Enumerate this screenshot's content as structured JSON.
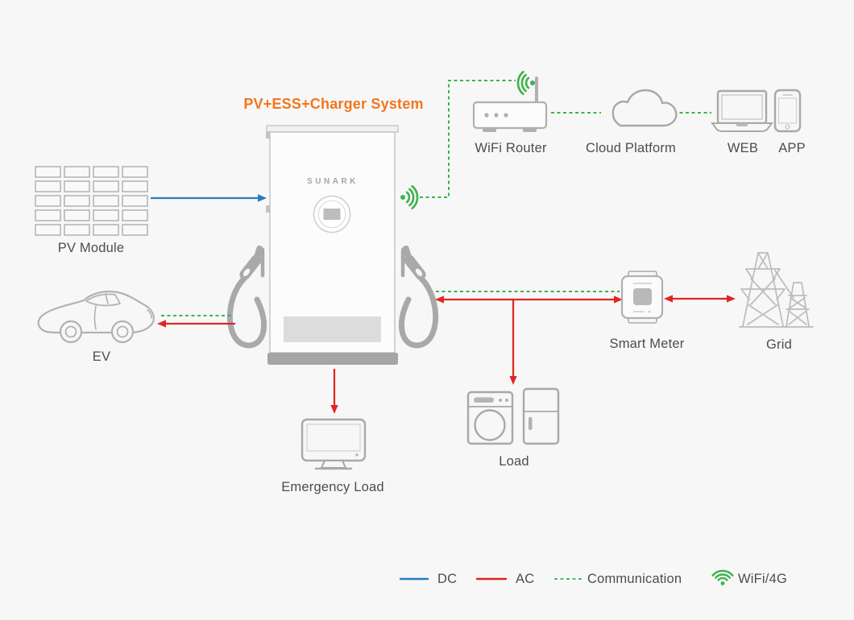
{
  "title": "PV+ESS+Charger System",
  "brand": "SUNARK",
  "nodes": {
    "pv_module": "PV Module",
    "ev": "EV",
    "wifi_router": "WiFi Router",
    "cloud_platform": "Cloud Platform",
    "web": "WEB",
    "app": "APP",
    "smart_meter": "Smart Meter",
    "grid": "Grid",
    "load": "Load",
    "emergency_load": "Emergency Load"
  },
  "legend": {
    "dc": "DC",
    "ac": "AC",
    "communication": "Communication",
    "wifi": "WiFi/4G"
  },
  "colors": {
    "dc_blue": "#2b7cb9",
    "ac_red": "#e02621",
    "comm_green": "#3eb24a",
    "accent_orange": "#f3761b",
    "icon_gray": "#a8a8a8",
    "text_gray": "#4d4d4d",
    "background": "#f7f7f8"
  }
}
